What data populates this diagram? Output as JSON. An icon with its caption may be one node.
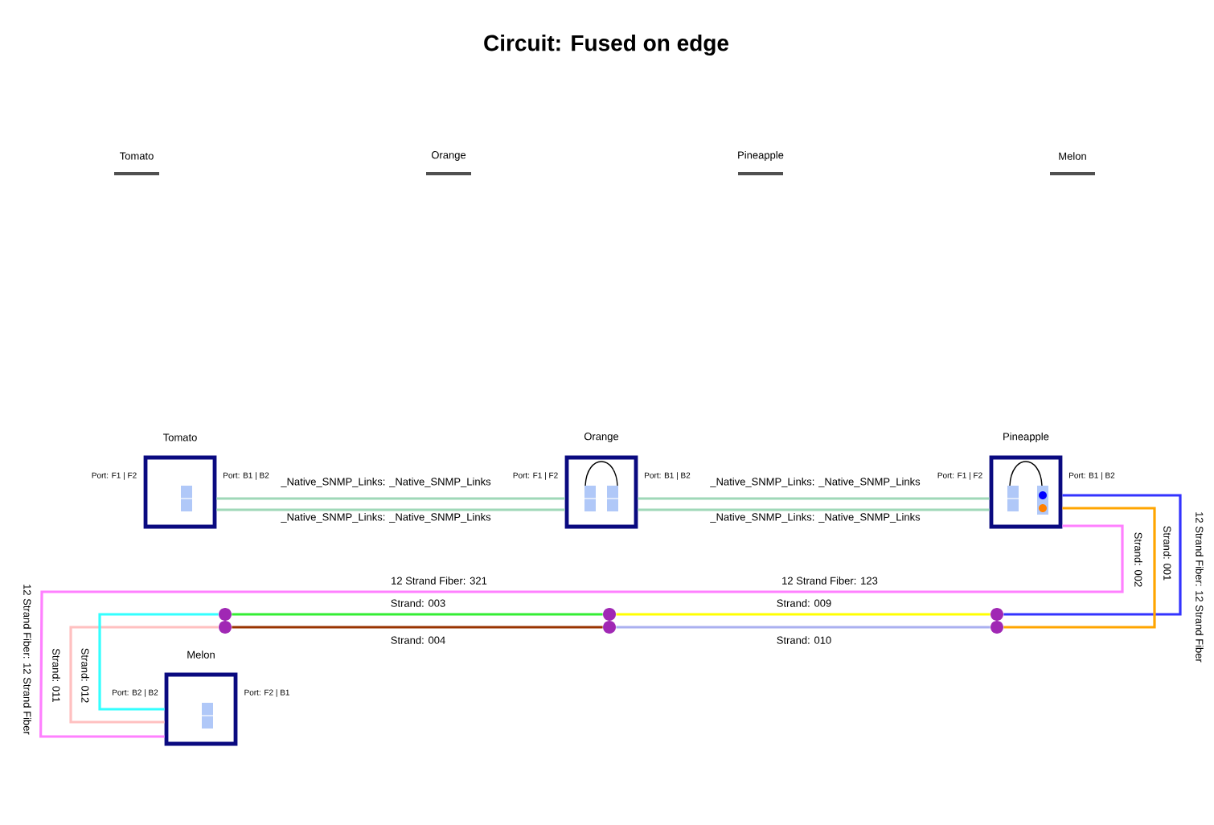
{
  "diagram": {
    "title": "Circuit: Fused on edge",
    "nodes": [
      {
        "text": [
          "Tomato"
        ],
        "beside": [
          "Port: F1 | F2",
          "Port: B1 | B2"
        ]
      },
      {
        "text": [
          "Orange"
        ],
        "beside": [
          "Port: F1 | F2",
          "Port: B1 | B2"
        ]
      },
      {
        "text": [
          "Pineapple"
        ],
        "beside": [
          "Port: F1 | F2",
          "Port: B1 | B2"
        ]
      },
      {
        "text": [
          "Melon"
        ],
        "beside": [
          "Port: B2 | B2",
          "Port: F2 | B1"
        ]
      },
      {
        "text": [],
        "shape": "circle"
      },
      {
        "text": [],
        "shape": "circle"
      },
      {
        "text": [],
        "shape": "circle"
      },
      {
        "text": [],
        "shape": "circle"
      },
      {
        "text": [],
        "shape": "circle"
      },
      {
        "text": [],
        "shape": "circle"
      }
    ],
    "edges": [
      {
        "from": 0,
        "to": 1,
        "arrow": "none",
        "label": "_Native_SNMP_Links: _Native_SNMP_Links",
        "color": "#9fd8b8"
      },
      {
        "from": 0,
        "to": 1,
        "arrow": "none",
        "label": "_Native_SNMP_Links: _Native_SNMP_Links",
        "color": "#9fd8b8"
      },
      {
        "from": 1,
        "to": 2,
        "arrow": "none",
        "label": "_Native_SNMP_Links: _Native_SNMP_Links",
        "color": "#9fd8b8"
      },
      {
        "from": 1,
        "to": 2,
        "arrow": "none",
        "label": "_Native_SNMP_Links: _Native_SNMP_Links",
        "color": "#9fd8b8"
      },
      {
        "from": 2,
        "to": 3,
        "arrow": "none",
        "label": "12 Strand Fiber: 123",
        "color": "#ff80ff"
      },
      {
        "from": 2,
        "to": 8,
        "arrow": "none",
        "label": "Strand: 001",
        "color": "#3333ff"
      },
      {
        "from": 2,
        "to": 9,
        "arrow": "none",
        "label": "Strand: 002",
        "color": "#ffa500"
      },
      {
        "from": 4,
        "to": 6,
        "arrow": "none",
        "label": "Strand: 003",
        "color": "#33ee33"
      },
      {
        "from": 5,
        "to": 7,
        "arrow": "none",
        "label": "Strand: 004",
        "color": "#993300"
      },
      {
        "from": 6,
        "to": 8,
        "arrow": "none",
        "label": "Strand: 009",
        "color": "#ffff00"
      },
      {
        "from": 7,
        "to": 9,
        "arrow": "none",
        "label": "Strand: 010",
        "color": "#aab0f0"
      },
      {
        "from": 3,
        "to": 5,
        "arrow": "none",
        "label": "Strand: 011",
        "color": "#ffc0c0"
      },
      {
        "from": 3,
        "to": 4,
        "arrow": "none",
        "label": "Strand: 012",
        "color": "#33ffff"
      }
    ],
    "labels": [
      "Tomato",
      "Orange",
      "Pineapple",
      "Melon",
      "12 Strand Fiber: 12 Strand Fiber",
      "12 Strand Fiber: 321",
      "12 Strand Fiber: 12 Strand Fiber"
    ]
  }
}
